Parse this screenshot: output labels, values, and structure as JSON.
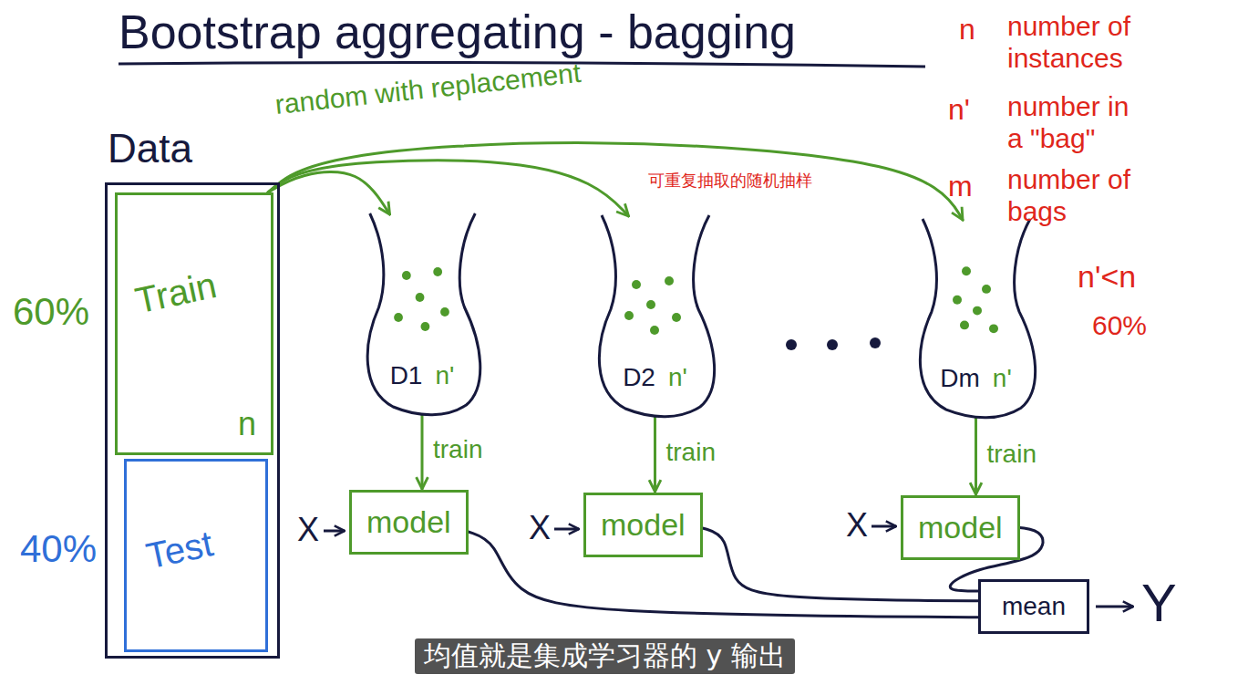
{
  "diagram": {
    "title": "Bootstrap aggregating - bagging",
    "caption": "均值就是集成学习器的 y 输出",
    "nodes": [
      {
        "text": [
          "Data"
        ]
      },
      {
        "text": [
          "Train",
          "n"
        ],
        "in": 0
      },
      {
        "text": [
          "Test"
        ],
        "in": 0
      },
      {
        "text": [
          "D1",
          "n'"
        ]
      },
      {
        "text": [
          "D2",
          "n'"
        ]
      },
      {
        "text": [
          "Dm",
          "n'"
        ]
      },
      {
        "text": [
          "model"
        ]
      },
      {
        "text": [
          "model"
        ]
      },
      {
        "text": [
          "model"
        ]
      },
      {
        "text": [
          "mean"
        ]
      }
    ],
    "edges": [
      {
        "from": 1,
        "to": 3,
        "arrow": "to"
      },
      {
        "from": 1,
        "to": 4,
        "arrow": "to"
      },
      {
        "from": 1,
        "to": 5,
        "arrow": "to"
      },
      {
        "from": 3,
        "to": 6,
        "label": "train",
        "arrow": "to"
      },
      {
        "from": 4,
        "to": 7,
        "label": "train",
        "arrow": "to"
      },
      {
        "from": 5,
        "to": 8,
        "label": "train",
        "arrow": "to"
      },
      {
        "from": 6,
        "to": 9,
        "arrow": "none"
      },
      {
        "from": 7,
        "to": 9,
        "arrow": "none"
      },
      {
        "from": 8,
        "to": 9,
        "arrow": "none"
      }
    ],
    "labels": [
      "random with replacement",
      "可重复抽取的随机抽样",
      "60%",
      "40%",
      "n",
      "number of instances",
      "n'",
      "number in a \"bag\"",
      "m",
      "number of bags",
      "n'<n",
      "60%",
      "X",
      "X",
      "X",
      "Y"
    ]
  }
}
